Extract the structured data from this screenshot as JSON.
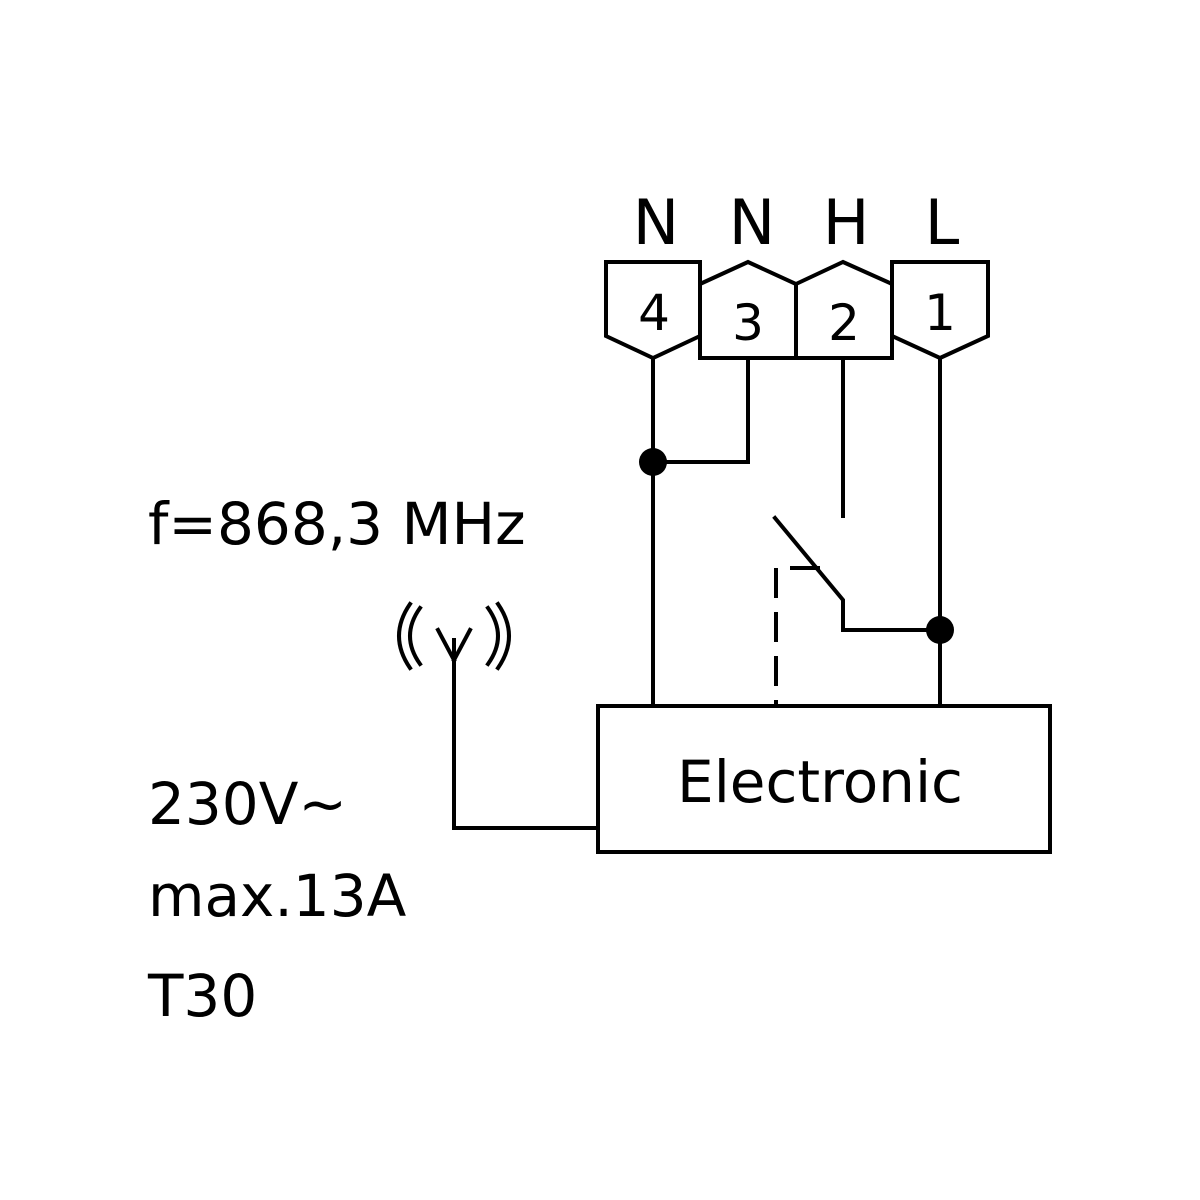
{
  "terminals": [
    {
      "letter": "N",
      "number": "4"
    },
    {
      "letter": "N",
      "number": "3"
    },
    {
      "letter": "H",
      "number": "2"
    },
    {
      "letter": "L",
      "number": "1"
    }
  ],
  "frequency_label": "f=868,3 MHz",
  "electronic_label": "Electronic",
  "specs": {
    "voltage": "230V~",
    "current": "max.13A",
    "temp_rating": "T30"
  },
  "icons": {
    "antenna": "antenna-icon",
    "relay": "relay-contact-icon"
  }
}
